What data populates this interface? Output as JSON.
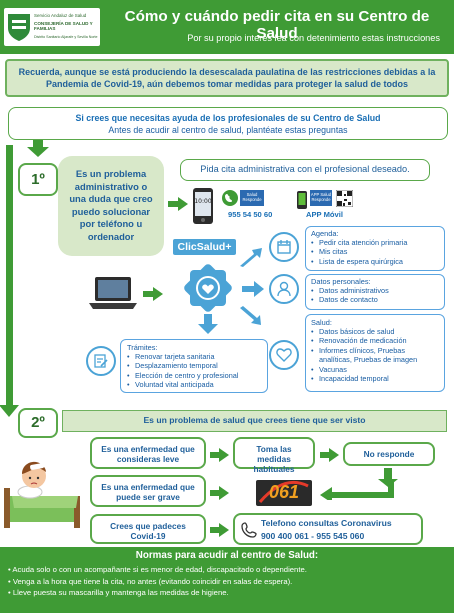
{
  "header": {
    "logo_line1": "Servicio Andaluz de Salud",
    "logo_line2": "CONSEJERÍA DE SALUD Y FAMILIAS",
    "logo_line3": "Distrito Sanitario Aljarafe y Sevilla Norte",
    "title": "Cómo y cuándo pedir cita en su Centro de Salud",
    "subtitle": "Por su propio interés lea con detenimiento estas instrucciones"
  },
  "notice": "Recuerda, aunque se está produciendo la desescalada paulatina de las restricciones debidas a la Pandemia de Covid-19, aún debemos tomar medidas para proteger la salud de todos",
  "question": {
    "line1": "Si crees que necesitas ayuda de los profesionales de su Centro de Salud",
    "line2": "Antes de acudir al centro de salud, plantéate estas preguntas"
  },
  "step1": {
    "number": "1º",
    "problem": "Es un problema administrativo o una duda que creo puedo solucionar por teléfono u ordenador",
    "request": "Pida cita administrativa con el profesional deseado.",
    "phone_label": "Salud Responde",
    "phone_number": "955 54 50 60",
    "app_label": "APP Salud Responde",
    "app_caption": "APP Móvil",
    "clicsalud": "ClicSalud+",
    "agenda_title": "Agenda:",
    "agenda_items": [
      "Pedir cita atención primaria",
      "Mis citas",
      "Lista de espera quirúrgica"
    ],
    "personal_title": "Datos personales:",
    "personal_items": [
      "Datos administrativos",
      "Datos de contacto"
    ],
    "salud_title": "Salud:",
    "salud_items": [
      "Datos básicos de salud",
      "Renovación de medicación",
      "Informes clínicos, Pruebas analíticas, Pruebas de imagen",
      "Vacunas",
      "Incapacidad temporal"
    ],
    "tramites_title": "Trámites:",
    "tramites_items": [
      "Renovar tarjeta sanitaria",
      "Desplazamiento temporal",
      "Elección de centro y profesional",
      "Voluntad vital anticipada"
    ]
  },
  "step2": {
    "number": "2º",
    "problem": "Es un problema de salud que crees tiene que ser visto",
    "mild": "Es una enfermedad que consideras leve",
    "measures": "Toma las medidas habituales",
    "no_response": "No responde",
    "serious": "Es una enfermedad que puede ser grave",
    "emergency_number": "061",
    "covid": "Crees que padeces Covid-19",
    "covid_phone_title": "Telefono consultas Coronavirus",
    "covid_phone_numbers": "900 400 061 - 955 545 060"
  },
  "rules": {
    "title": "Normas para acudir al centro de Salud:",
    "items": [
      "Acuda solo o con un acompañante si es menor de edad, discapacitado o dependiente.",
      "Venga a la hora que tiene la cita, no antes (evitando coincidir en salas de espera).",
      "Lleve puesta su mascarilla y mantenga las medidas de higiene."
    ]
  },
  "colors": {
    "green": "#3f9b35",
    "light_green": "#d8e8c9",
    "blue": "#1a6fb5"
  }
}
